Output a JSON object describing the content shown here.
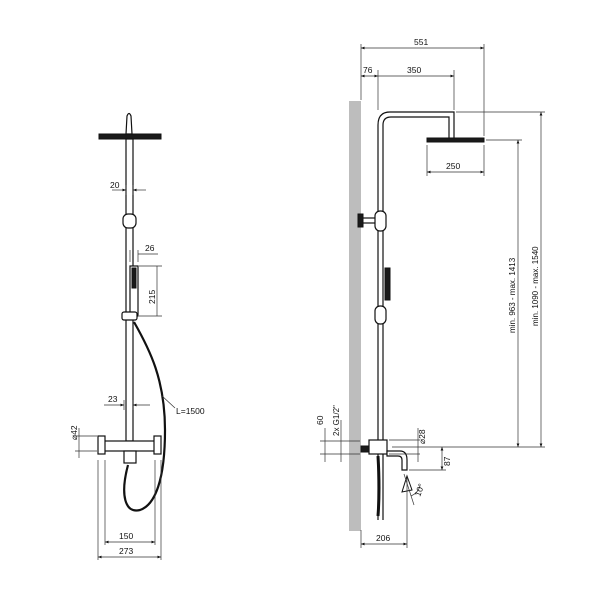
{
  "front_view": {
    "dims": {
      "d20": "20",
      "d26": "26",
      "d215": "215",
      "d23": "23",
      "hose": "L=1500",
      "d42": "⌀42",
      "d150": "150",
      "d273": "273"
    }
  },
  "side_view": {
    "dims": {
      "d551": "551",
      "d76": "76",
      "d350": "350",
      "d250": "250",
      "height_min_max_a": "min. 963 - max. 1413",
      "height_min_max_b": "min. 1090 - max. 1540",
      "d60": "60",
      "thread": "2x G1/2\"",
      "d28": "⌀28",
      "d87": "87",
      "angle": "10°",
      "d206": "206"
    }
  },
  "colors": {
    "line": "#111111",
    "wall": "#bdbdbd"
  }
}
